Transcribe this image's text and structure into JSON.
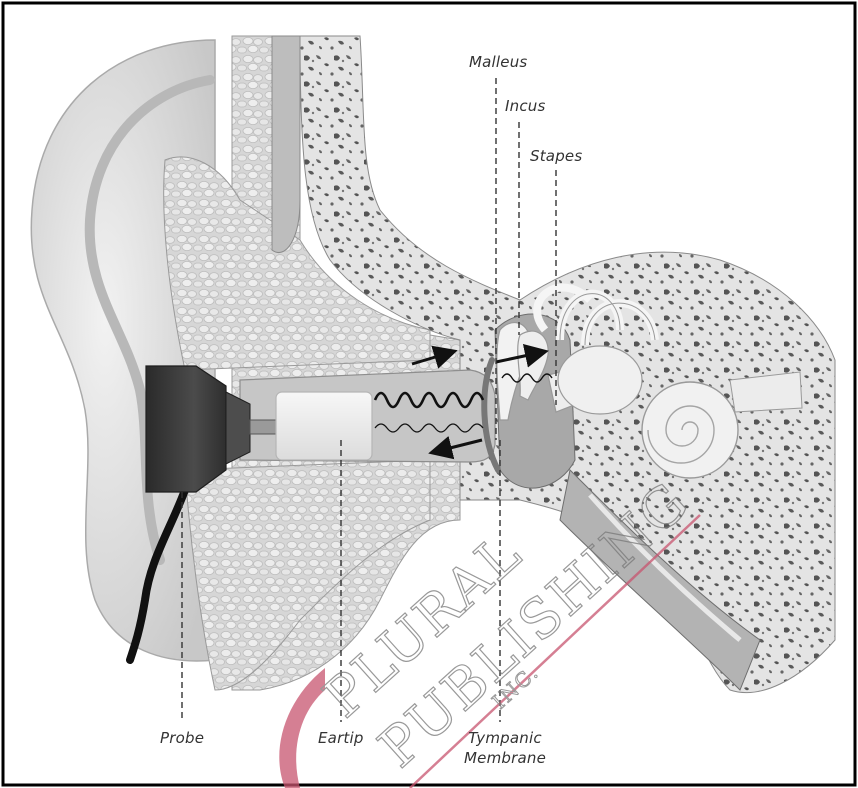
{
  "labels": {
    "malleus": "Malleus",
    "incus": "Incus",
    "stapes": "Stapes",
    "probe": "Probe",
    "eartip": "Eartip",
    "tympanic_line1": "Tympanic",
    "tympanic_line2": "Membrane"
  },
  "watermark": {
    "text_line1": "PLURAL",
    "text_line2": "PUBLISHING",
    "text_line3": "INC.",
    "color": "#c8556f"
  },
  "colors": {
    "frame": "#000000",
    "bone": "#dcdcdc",
    "soft_tissue": "#c9c9c9",
    "probe_dark": "#3a3a3a",
    "leader_lines": "#333333"
  }
}
